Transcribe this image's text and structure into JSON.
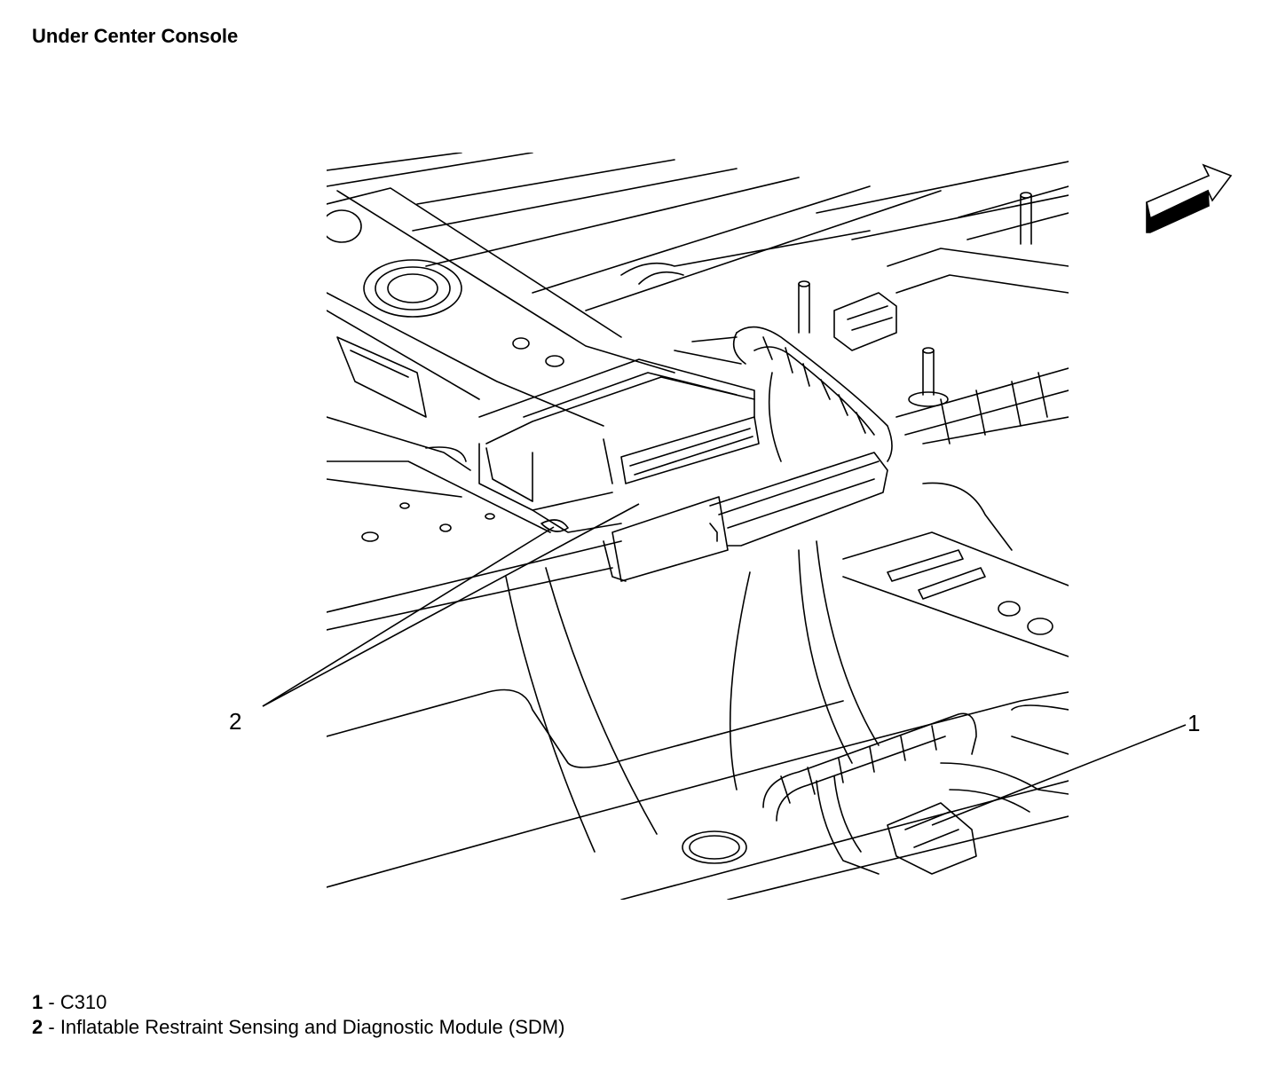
{
  "title": "Under Center Console",
  "callouts": [
    {
      "num": "1",
      "desc": "C310"
    },
    {
      "num": "2",
      "desc": "Inflatable Restraint Sensing and Diagnostic Module (SDM)"
    }
  ],
  "legend_separator": " - ",
  "colors": {
    "line": "#000000",
    "background": "#ffffff"
  },
  "icons": {
    "direction": "front-direction-arrow-icon"
  }
}
